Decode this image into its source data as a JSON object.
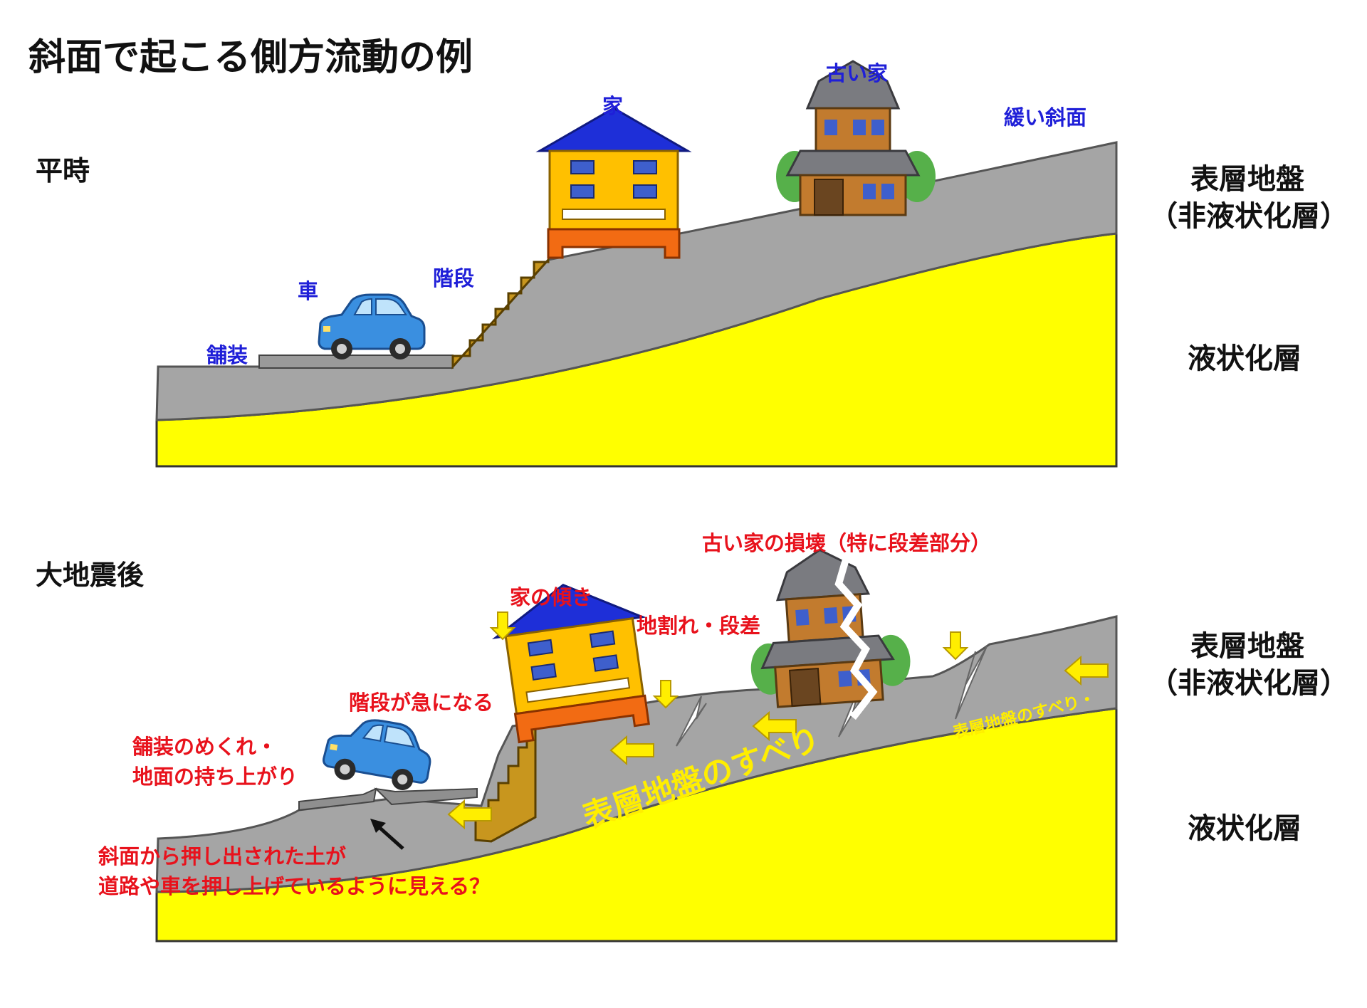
{
  "title": "斜面で起こる側方流動の例",
  "colors": {
    "surface_layer": "#a5a5a5",
    "liquefied_layer": "#ffff00",
    "blue_label": "#1f1fd8",
    "red_label": "#e8121c",
    "arrow_yellow": "#ffee00",
    "roof_blue": "#1e2fd8",
    "house_wall": "#ffc000",
    "house_base": "#f26b13",
    "stairs": "#c8961e",
    "car_body": "#3a8fe0",
    "old_house_wall": "#c27b2e",
    "old_house_roof": "#7a7b80"
  },
  "normal": {
    "heading": "平時",
    "labels": {
      "pavement": "舗装",
      "car": "車",
      "stairs": "階段",
      "house": "家",
      "old_house": "古い家",
      "gentle_slope": "緩い斜面"
    },
    "layers": {
      "surface_line1": "表層地盤",
      "surface_line2": "（非液状化層）",
      "liquefied": "液状化層"
    }
  },
  "after": {
    "heading": "大地震後",
    "labels": {
      "old_house_damage": "古い家の損壊（特に段差部分）",
      "house_tilt": "家の傾き",
      "ground_crack": "地割れ・段差",
      "stairs_steep": "階段が急になる",
      "pavement_lift_1": "舗装のめくれ・",
      "pavement_lift_2": "地面の持ち上がり",
      "pushed_soil_1": "斜面から押し出された土が",
      "pushed_soil_2": "道路や車を押し上げているように見える？",
      "slide_big": "表層地盤のすべり",
      "slide_small": "表層地盤のすべり・"
    },
    "layers": {
      "surface_line1": "表層地盤",
      "surface_line2": "（非液状化層）",
      "liquefied": "液状化層"
    }
  }
}
